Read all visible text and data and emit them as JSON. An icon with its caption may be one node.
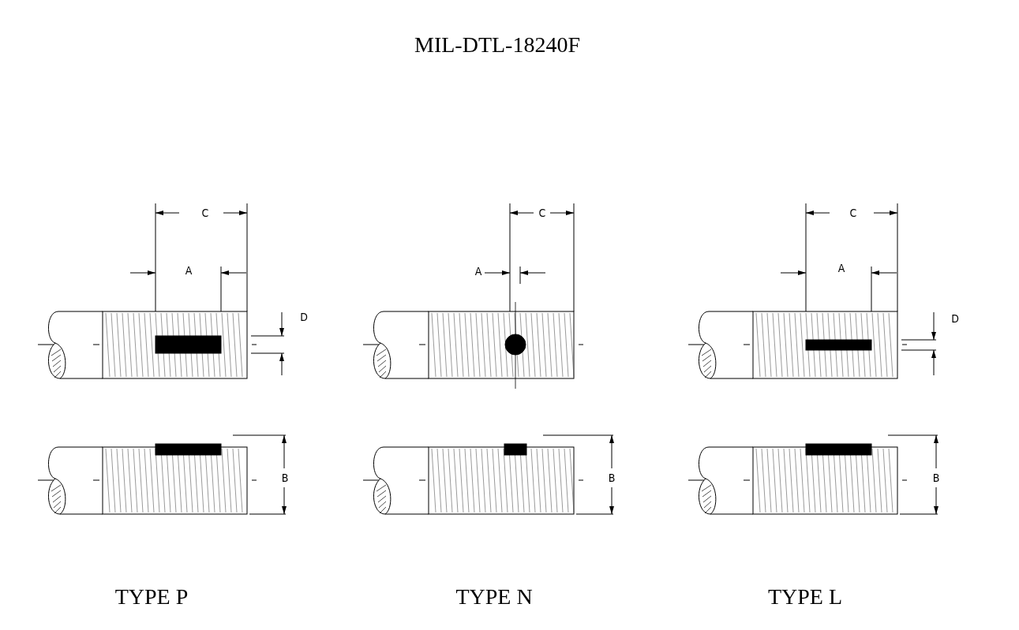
{
  "diagram": {
    "title": "MIL-DTL-18240F",
    "labels": [
      "C",
      "A",
      "D",
      "B",
      "TYPE P",
      "C",
      "A",
      "B",
      "TYPE N",
      "C",
      "A",
      "D",
      "B",
      "TYPE L"
    ]
  }
}
